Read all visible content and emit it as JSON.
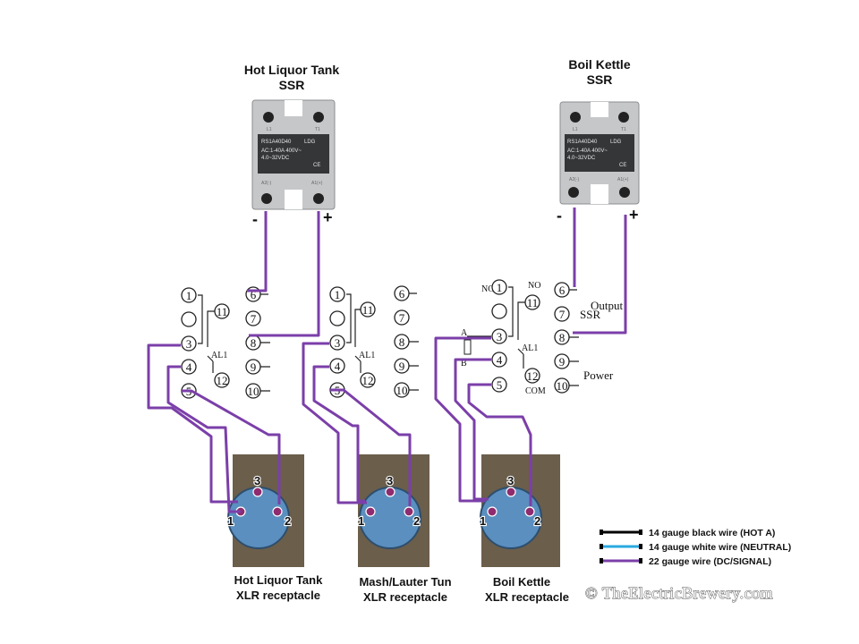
{
  "ssr_hlt": {
    "title_line1": "Hot Liquor Tank",
    "title_line2": "SSR",
    "minus": "-",
    "plus": "+",
    "model": "RS1A40D40",
    "brand": "LDG",
    "spec1": "AC:1-40A 400V~",
    "spec2": "4.0~32VDC",
    "terminal_left": "A2(-)",
    "terminal_right": "A1(+)",
    "top_left": "L1",
    "top_right": "T1",
    "ce": "CE"
  },
  "ssr_bk": {
    "title_line1": "Boil Kettle",
    "title_line2": "SSR",
    "minus": "-",
    "plus": "+",
    "model": "RS1A40D40",
    "brand": "LDG",
    "spec1": "AC:1-40A 400V~",
    "spec2": "4.0~32VDC",
    "terminal_left": "A2(-)",
    "terminal_right": "A1(+)",
    "top_left": "L1",
    "top_right": "T1",
    "ce": "CE"
  },
  "controllers": {
    "pins_left": [
      "1",
      "3",
      "4",
      "5"
    ],
    "pins_right": [
      "6",
      "7",
      "8",
      "9",
      "10"
    ],
    "pin_11": "11",
    "pin_12": "12",
    "al1": "AL1",
    "nc": "NC",
    "no": "NO",
    "com": "COM",
    "tc_a": "A",
    "tc_b": "B",
    "output": "Output",
    "ssr": "SSR",
    "power": "Power"
  },
  "xlr": [
    {
      "line1": "Hot Liquor Tank",
      "line2": "XLR receptacle",
      "pin1": "1",
      "pin2": "2",
      "pin3": "3"
    },
    {
      "line1": "Mash/Lauter Tun",
      "line2": "XLR receptacle",
      "pin1": "1",
      "pin2": "2",
      "pin3": "3"
    },
    {
      "line1": "Boil Kettle",
      "line2": "XLR receptacle",
      "pin1": "1",
      "pin2": "2",
      "pin3": "3"
    }
  ],
  "legend": [
    {
      "label": "14 gauge black wire (HOT A)",
      "color": "#000000"
    },
    {
      "label": "14 gauge white wire (NEUTRAL)",
      "color": "#29a9e0"
    },
    {
      "label": "22 gauge wire (DC/SIGNAL)",
      "color": "#7b3fa9"
    }
  ],
  "colors": {
    "signal_wire": "#7b3fa9",
    "xlr_face": "#5a8fbf",
    "ssr_body": "#c6c7c9"
  },
  "copyright": "© TheElectricBrewery.com"
}
